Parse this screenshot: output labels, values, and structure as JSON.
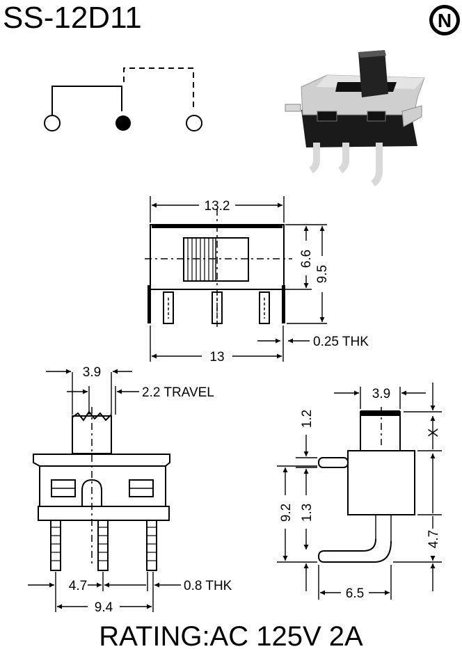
{
  "title": "SS-12D11",
  "logo": {
    "letter": "N",
    "icon": "n-logo-icon"
  },
  "schematic": {
    "terminals": 3,
    "common": "center",
    "icon": "switch-schematic-icon"
  },
  "front_view": {
    "width_label": "13.2",
    "height_inner_label": "6.6",
    "height_total_label": "9.5",
    "pin_span_label": "13",
    "thickness_label": "0.25 THK"
  },
  "side_view": {
    "actuator_width_label": "3.9",
    "travel_label": "2.2 TRAVEL",
    "pitch_label": "4.7",
    "pin_thickness_label": "0.8 THK",
    "pin_span_label": "9.4"
  },
  "profile_view": {
    "actuator_width_label": "3.9",
    "actuator_top_label": "1.2",
    "actuator_height_label": "X",
    "flange_label": "1.3",
    "total_height_label": "9.2",
    "lower_height_label": "4.7",
    "depth_label": "6.5"
  },
  "rating": "RATING:AC 125V 2A"
}
